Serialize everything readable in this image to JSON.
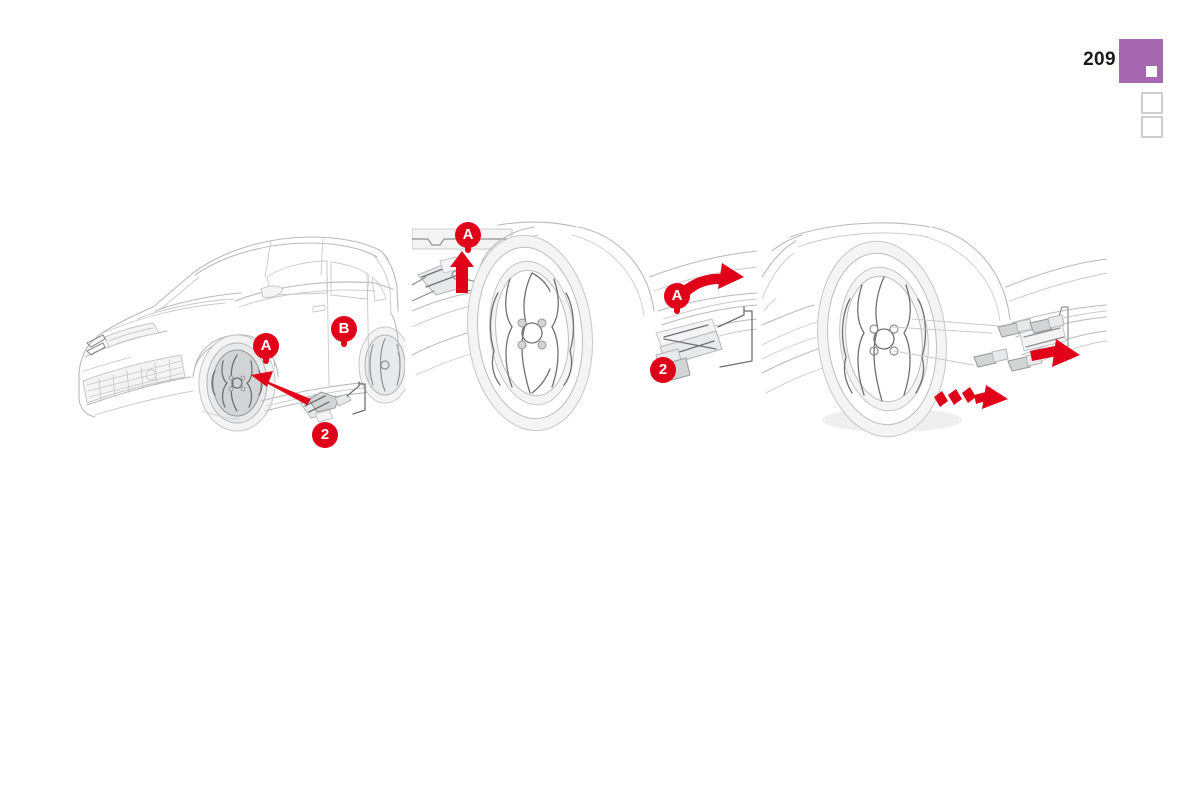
{
  "page": {
    "number": "209",
    "background_color": "#ffffff",
    "accent_color": "#e1001a",
    "tab_color": "#a568b0"
  },
  "section_tabs": {
    "active": {
      "name": "active-section-tab",
      "color": "#a568b0",
      "dot_color": "#ffffff"
    },
    "inactive": [
      {
        "name": "section-tab-2",
        "border_color": "#cfcfcf"
      },
      {
        "name": "section-tab-3",
        "border_color": "#cfcfcf"
      }
    ]
  },
  "figures": [
    {
      "id": "figure-1",
      "title": "Vehicle jacking point locations",
      "description": "Three-quarter front view of a Citroen DS3 hatchback line drawing showing the front and rear jacking points on the sill, with the scissor jack positioned below.",
      "callouts": [
        {
          "label": "A",
          "name": "callout-a-front-jacking-point",
          "meaning": "front jacking point"
        },
        {
          "label": "B",
          "name": "callout-b-rear-jacking-point",
          "meaning": "rear jacking point"
        },
        {
          "label": "2",
          "name": "callout-2-jack",
          "meaning": "jack"
        }
      ],
      "arrows": [
        {
          "name": "arrow-jack-to-jacking-point",
          "color": "#e1001a",
          "direction": "up-left"
        }
      ]
    },
    {
      "id": "figure-2",
      "title": "Positioning the jack under the sill",
      "description": "Close-up of the front wheel with the scissor jack engaged in the sill notch at point A, an upward arrow indicating the jack head location, and a curved arrow indicating the crank rotation.",
      "callouts": [
        {
          "label": "A",
          "name": "callout-a-sill-notch",
          "meaning": "sill notch detail"
        },
        {
          "label": "A",
          "name": "callout-a-jack-position",
          "meaning": "jack position on sill"
        },
        {
          "label": "2",
          "name": "callout-2-jack",
          "meaning": "jack"
        }
      ],
      "arrows": [
        {
          "name": "arrow-up-to-sill-notch",
          "color": "#e1001a",
          "direction": "up"
        },
        {
          "name": "arrow-crank-rotation",
          "color": "#e1001a",
          "direction": "curved-clockwise"
        }
      ]
    },
    {
      "id": "figure-3",
      "title": "Removing the wheel bolts and wheel",
      "description": "Close-up of the front wheel with the four wheel bolts withdrawn and two red arrows showing the bolts and wheel being pulled outwards off the hub.",
      "callouts": [],
      "arrows": [
        {
          "name": "arrow-bolts-removal",
          "color": "#e1001a",
          "direction": "right-down"
        },
        {
          "name": "arrow-wheel-removal",
          "color": "#e1001a",
          "direction": "right-down",
          "style": "motion-dashes"
        }
      ]
    }
  ]
}
